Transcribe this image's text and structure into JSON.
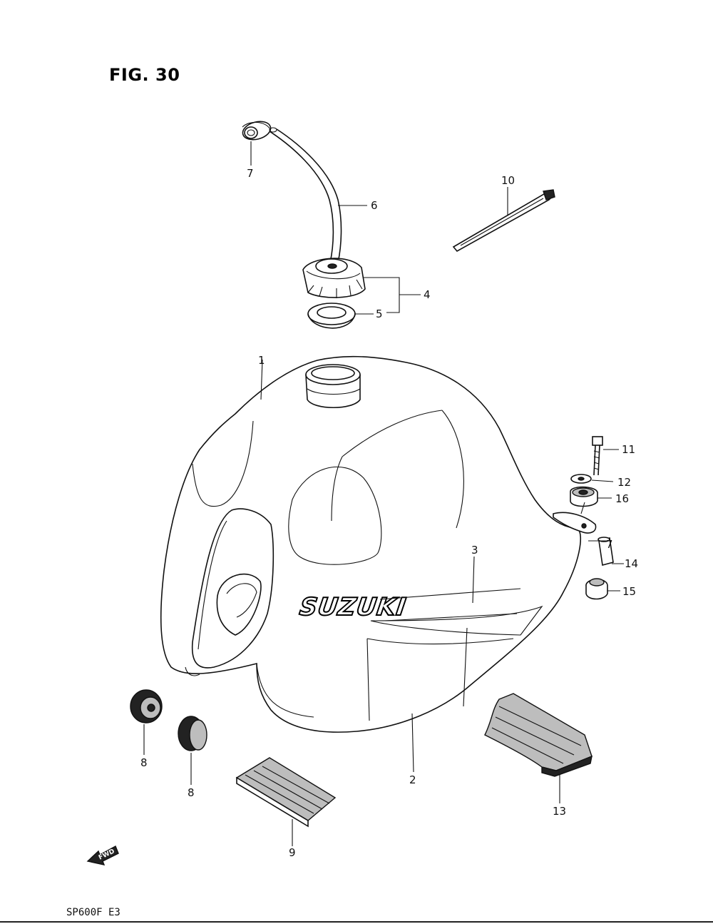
{
  "figure": {
    "title": "FIG. 30",
    "model_code": "SP600F  E3",
    "brand_on_tank": "SUZUKI",
    "fwd_marker": "FWD"
  },
  "callouts": [
    {
      "id": "c1",
      "label": "1"
    },
    {
      "id": "c2",
      "label": "2"
    },
    {
      "id": "c3",
      "label": "3"
    },
    {
      "id": "c4",
      "label": "4"
    },
    {
      "id": "c5",
      "label": "5"
    },
    {
      "id": "c6",
      "label": "6"
    },
    {
      "id": "c7a",
      "label": "7"
    },
    {
      "id": "c7b",
      "label": "7"
    },
    {
      "id": "c8a",
      "label": "8"
    },
    {
      "id": "c8b",
      "label": "8"
    },
    {
      "id": "c9",
      "label": "9"
    },
    {
      "id": "c10",
      "label": "10"
    },
    {
      "id": "c11",
      "label": "11"
    },
    {
      "id": "c12",
      "label": "12"
    },
    {
      "id": "c13",
      "label": "13"
    },
    {
      "id": "c14",
      "label": "14"
    },
    {
      "id": "c15",
      "label": "15"
    },
    {
      "id": "c16",
      "label": "16"
    }
  ]
}
